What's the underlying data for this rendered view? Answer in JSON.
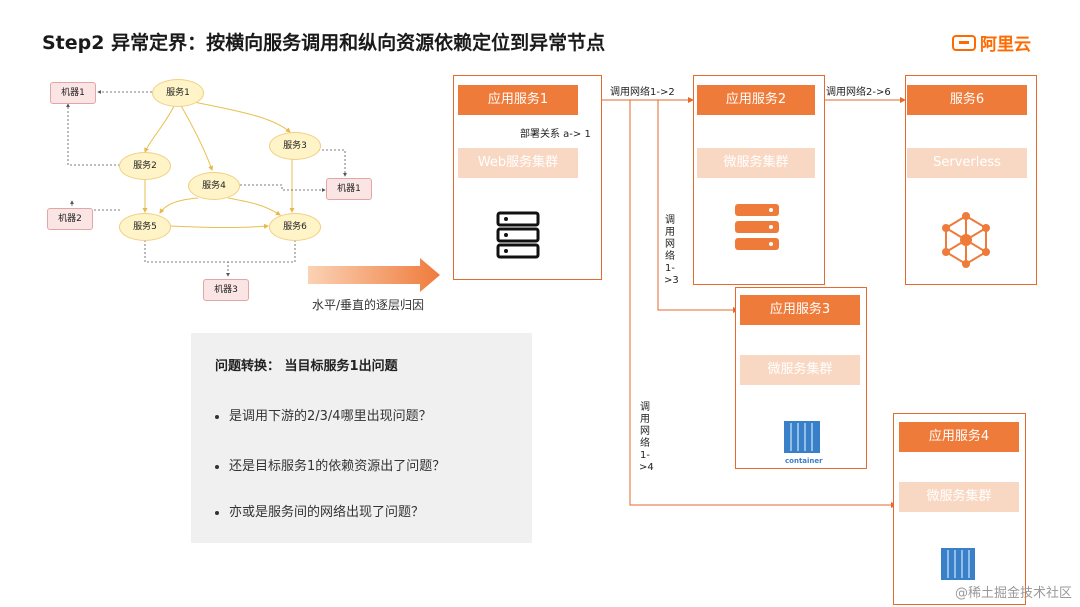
{
  "header": {
    "title": "Step2 异常定界：按横向服务调用和纵向资源依赖定位到异常节点",
    "logo_text": "阿里云"
  },
  "left_graph": {
    "services": [
      "服务1",
      "服务2",
      "服务3",
      "服务4",
      "服务5",
      "服务6"
    ],
    "machines": [
      "机器1",
      "机器2",
      "机器1",
      "机器3"
    ]
  },
  "arrow_caption": "水平/垂直的逐层归因",
  "panel": {
    "title": "问题转换：  当目标服务1出问题",
    "bullets": [
      "是调用下游的2/3/4哪里出现问题？",
      "还是目标服务1的依赖资源出了问题？",
      "亦或是服务间的网络出现了问题？"
    ]
  },
  "right_diagram": {
    "app1": "应用服务1",
    "app1_cluster": "Web服务集群",
    "deploy_label": "部署关系 a-> 1",
    "app2": "应用服务2",
    "app2_cluster": "微服务集群",
    "svc6": "服务6",
    "svc6_cluster": "Serverless",
    "app3": "应用服务3",
    "app3_cluster": "微服务集群",
    "container_label": "container",
    "app4": "应用服务4",
    "app4_cluster": "微服务集群",
    "net_1_2": "调用网络1->2",
    "net_2_6": "调用网络2->6",
    "net_1_3": "调用网络1->3",
    "net_1_4": "调用网络1->4"
  },
  "watermark": "@稀土掘金技术社区",
  "colors": {
    "accent": "#ef7b3b",
    "accent_light": "#f9d8c3",
    "logo": "#ff6a00"
  }
}
